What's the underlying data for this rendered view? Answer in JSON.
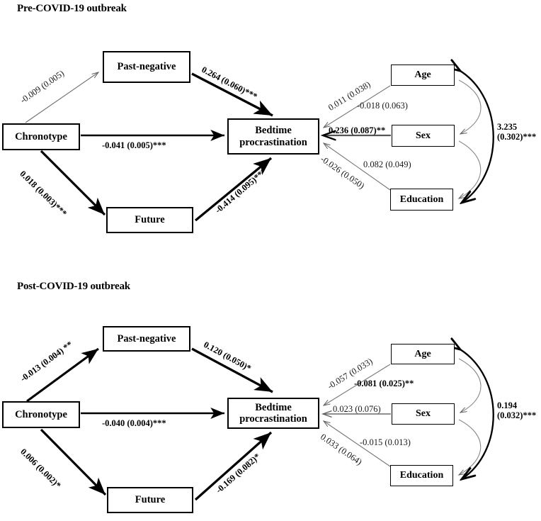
{
  "figure": {
    "type": "path-diagram",
    "panels": [
      {
        "id": "pre",
        "title": "Pre-COVID-19 outbreak",
        "nodes": {
          "chronotype": "Chronotype",
          "past_negative": "Past-negative",
          "future": "Future",
          "outcome": "Bedtime procrastination",
          "age": "Age",
          "sex": "Sex",
          "education": "Education"
        },
        "paths": {
          "chrono_to_pastneg": "-0.009 (0.005)",
          "pastneg_to_outcome": "0.264 (0.060)***",
          "chrono_to_outcome": "-0.041 (0.005)***",
          "chrono_to_future": "0.018 (0.003)***",
          "future_to_outcome": "-0.414 (0.095)***",
          "age_to_outcome": "0.011 (0.038)",
          "sex_to_outcome": "0.236 (0.087)**",
          "education_to_outcome": "-0.026 (0.050)",
          "age_sex_cov": "-0.018 (0.063)",
          "sex_education_cov": "0.082 (0.049)",
          "age_education_cov": "3.235\n(0.302)***"
        }
      },
      {
        "id": "post",
        "title": "Post-COVID-19 outbreak",
        "nodes": {
          "chronotype": "Chronotype",
          "past_negative": "Past-negative",
          "future": "Future",
          "outcome": "Bedtime procrastination",
          "age": "Age",
          "sex": "Sex",
          "education": "Education"
        },
        "paths": {
          "chrono_to_pastneg": "-0.013 (0.004) **",
          "pastneg_to_outcome": "0.120 (0.050)*",
          "chrono_to_outcome": "-0.040 (0.004)***",
          "chrono_to_future": "0.006 (0.002)*",
          "future_to_outcome": "-0.169 (0.082)*",
          "age_to_outcome": "-0.057 (0.033)",
          "sex_to_outcome": "0.023 (0.076)",
          "education_to_outcome": "0.033 (0.064)",
          "age_sex_cov": "-0.081 (0.025)**",
          "sex_education_cov": "-0.015 (0.013)",
          "age_education_cov": "0.194\n(0.032)***"
        }
      }
    ],
    "colors": {
      "significant_path": "#000000",
      "nonsignificant_path": "#6b6b6b",
      "node_border": "#000000",
      "background": "#ffffff"
    }
  }
}
